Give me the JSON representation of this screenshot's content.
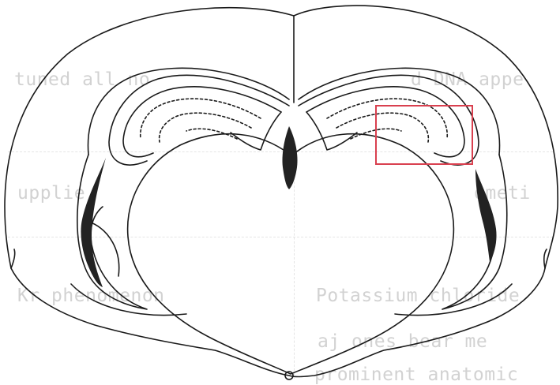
{
  "figure": {
    "description_kind": "coronal brain section line drawing with highlighted region",
    "highlight_color": "#d9404f",
    "ink_color": "#1a1a1a",
    "ventricle_fill": "#222222"
  },
  "bleed_through_text": {
    "title_fragment_1": "tuned all no",
    "title_fragment_2": "d DNA appe",
    "col_left_header": "upplie",
    "col_right_header": "ometi",
    "row1_left": "Kr  phenomenon",
    "row1_right": "Potassium  chloride",
    "row2_right": "aj  ones  bear  me",
    "row3_right": "prominent  anatomic"
  }
}
